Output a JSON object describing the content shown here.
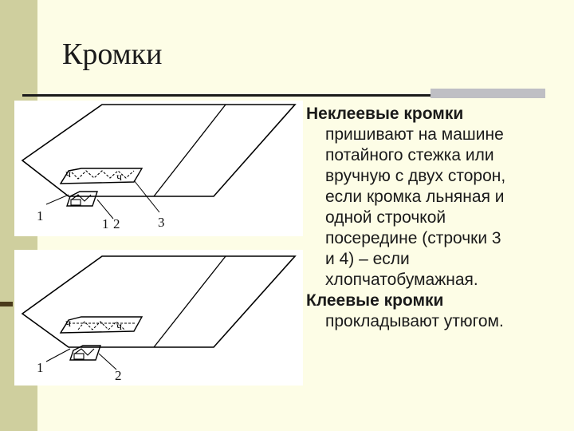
{
  "slide": {
    "title": "Кромки"
  },
  "figures": {
    "top": {
      "labels": [
        "1",
        "2",
        "3"
      ]
    },
    "bottom": {
      "labels": [
        "1",
        "2"
      ]
    }
  },
  "text": {
    "heading1": "Неклеевые кромки",
    "body1_lines": [
      "пришивают на машине",
      "потайного стежка или",
      "вручную с двух сторон,",
      "если кромка льняная и",
      "одной строчкой",
      "посередине (строчки 3",
      "и 4) – если",
      "хлопчатобумажная."
    ],
    "heading2": "Клеевые кромки",
    "body2_lines": [
      "прокладывают утюгом."
    ]
  }
}
